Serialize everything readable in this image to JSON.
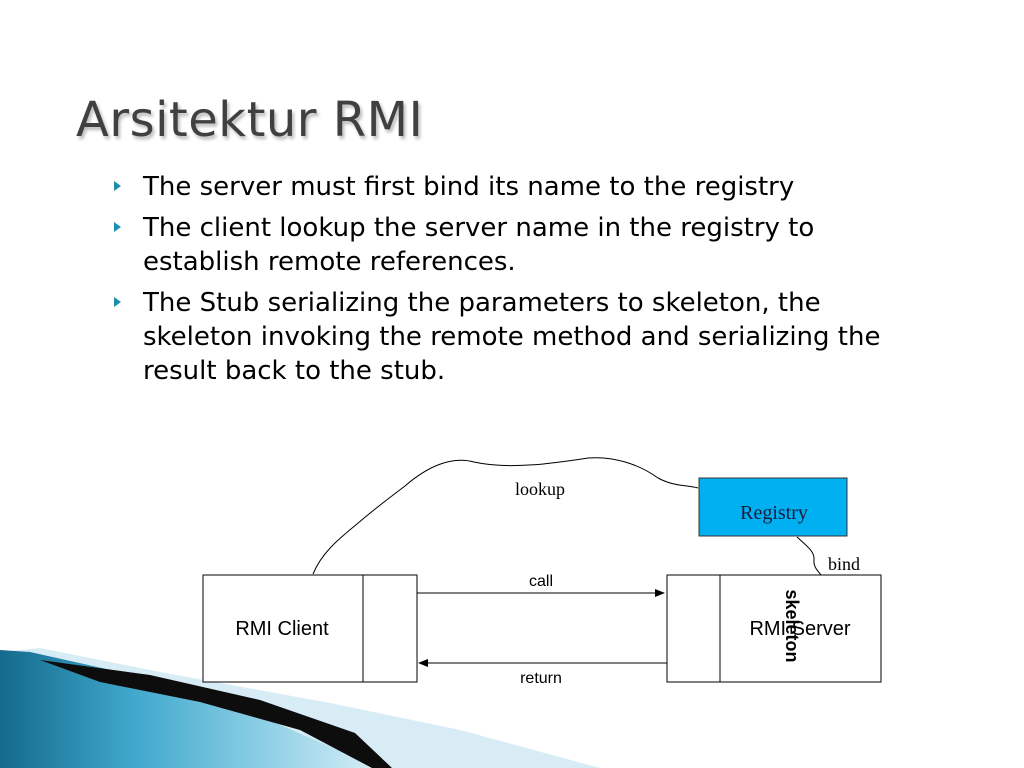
{
  "slide": {
    "title": "Arsitektur RMI",
    "bullets": [
      "The server must first bind its name to the registry",
      "The client lookup the server name in the registry to establish remote references.",
      "The Stub serializing the parameters to skeleton, the skeleton invoking the remote method and serializing the result back to the stub."
    ]
  },
  "diagram": {
    "client_label": "RMI Client",
    "server_label": "RMI Server",
    "skeleton_label": "skeleton",
    "registry_label": "Registry",
    "lookup_label": "lookup",
    "bind_label": "bind",
    "call_label": "call",
    "return_label": "return"
  },
  "colors": {
    "title": "#404040",
    "bullet_marker": "#1a8fb0",
    "registry_fill": "#00b0f0",
    "wave_light": "#5bbbd8",
    "wave_dark": "#146a8c"
  }
}
